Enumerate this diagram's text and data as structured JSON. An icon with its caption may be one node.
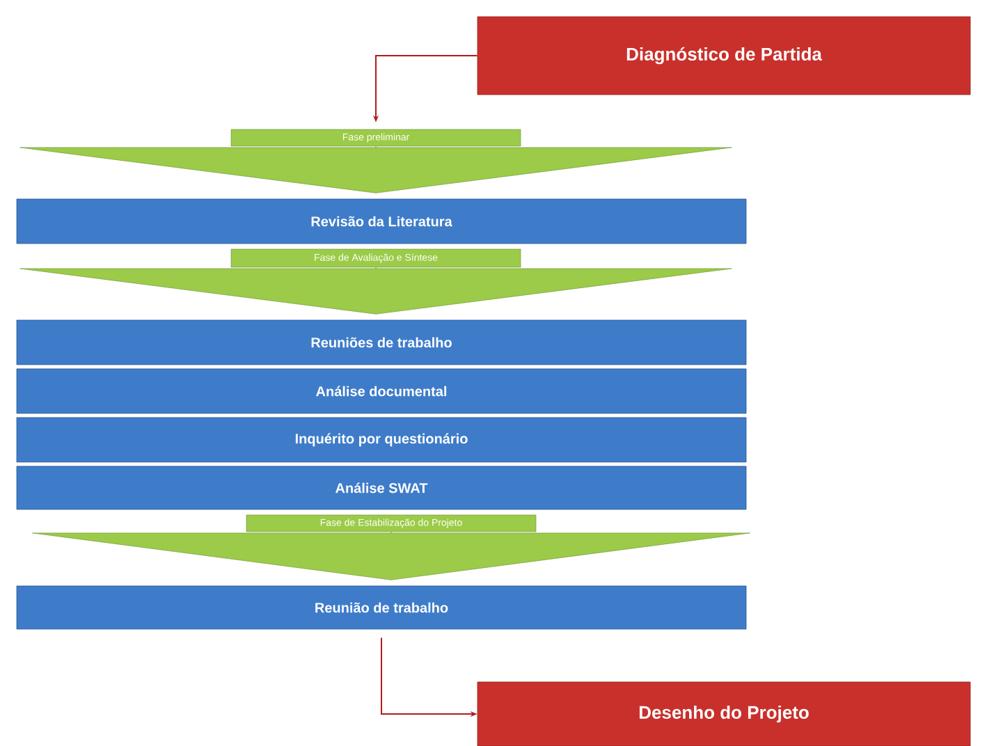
{
  "diagram": {
    "nodes": [
      {
        "text": [
          "Diagnóstico de Partida"
        ]
      },
      {
        "text": [
          "Fase preliminar"
        ]
      },
      {
        "text": [
          "Revisão da Literatura"
        ]
      },
      {
        "text": [
          "Fase de Avaliação e Síntese"
        ]
      },
      {
        "text": [
          "Reuniões de trabalho"
        ]
      },
      {
        "text": [
          "Análise documental"
        ]
      },
      {
        "text": [
          "Inquérito por questionário"
        ]
      },
      {
        "text": [
          "Análise SWAT"
        ]
      },
      {
        "text": [
          "Fase de Estabilização do Projeto"
        ]
      },
      {
        "text": [
          "Reunião de trabalho"
        ]
      },
      {
        "text": [
          "Desenho do Projeto"
        ]
      }
    ],
    "edges": [
      {
        "from": 0,
        "to": 1,
        "arrow": "to",
        "color": "#b01c1c"
      },
      {
        "from": 1,
        "to": 2,
        "arrow": "to"
      },
      {
        "from": 3,
        "to": 4,
        "arrow": "to"
      },
      {
        "from": 8,
        "to": 9,
        "arrow": "to"
      },
      {
        "from": 9,
        "to": 10,
        "arrow": "to",
        "color": "#b01c1c"
      }
    ]
  }
}
